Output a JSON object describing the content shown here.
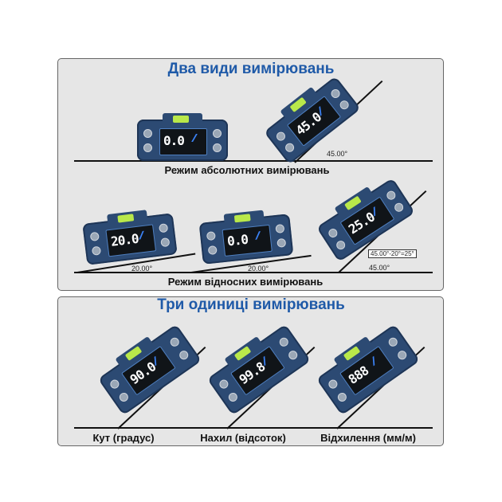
{
  "section1": {
    "title": "Два види вимірювань",
    "absolute_caption": "Режим абсолютних вимірювань",
    "relative_caption": "Режим відносних вимірювань",
    "angle_45": "45.00°",
    "angle_20": "20.00°",
    "formula": "45.00°-20°=25°",
    "readings": [
      "0.0",
      "45.0",
      "20.0",
      "0.0",
      "25.0"
    ]
  },
  "section2": {
    "title": "Три одиниці вимірювань",
    "units": [
      "Кут (градус)",
      "Нахил (відсоток)",
      "Відхилення (мм/м)"
    ],
    "readings": [
      "90.0",
      "99.8",
      "888"
    ]
  },
  "colors": {
    "title": "#1f5aa8",
    "device": "#2c4a73",
    "bubble": "#b9e84a"
  }
}
